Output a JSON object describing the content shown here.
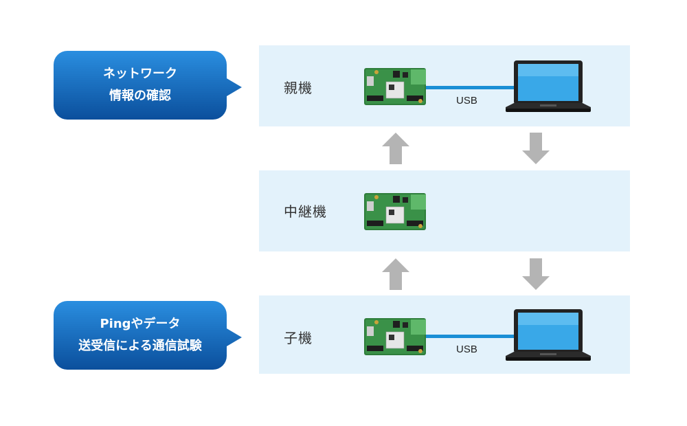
{
  "callouts": {
    "network_info": {
      "line1": "ネットワーク",
      "line2": "情報の確認"
    },
    "ping_test": {
      "line1": "Pingやデータ",
      "line2": "送受信による通信試験"
    }
  },
  "bands": {
    "parent": {
      "label": "親機",
      "usb_label": "USB"
    },
    "relay": {
      "label": "中継機"
    },
    "child": {
      "label": "子機",
      "usb_label": "USB"
    }
  },
  "colors": {
    "callout_top": "#2a8ee0",
    "callout_bottom": "#0b4f9c",
    "band_bg": "#e3f2fb",
    "usb_line": "#1a8fd5",
    "arrow": "#b4b4b4"
  }
}
